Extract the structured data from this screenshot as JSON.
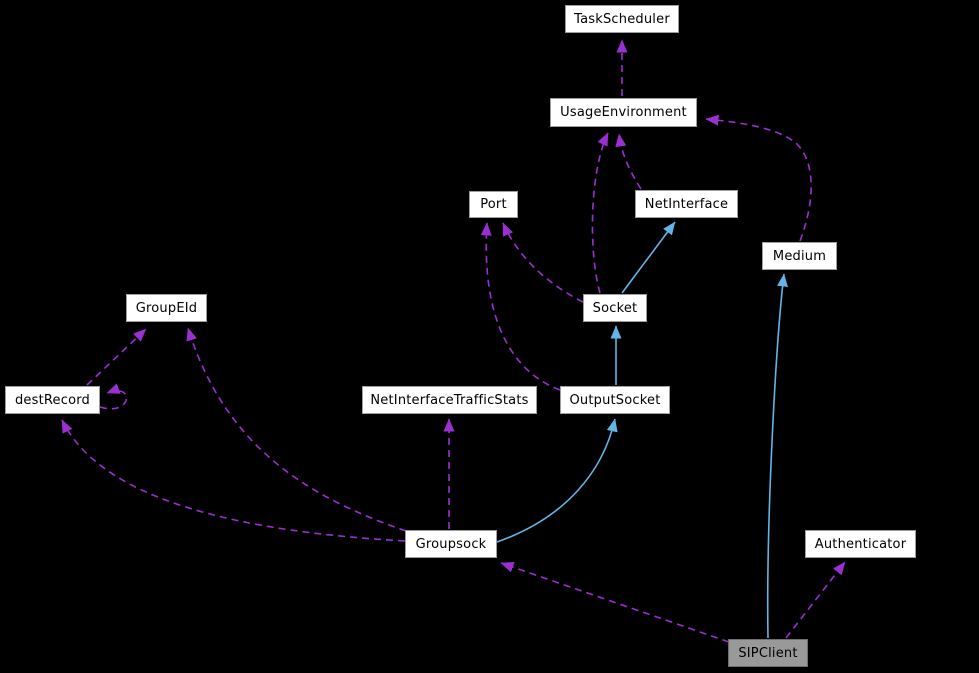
{
  "diagram": {
    "type": "class-collaboration-graph",
    "colors": {
      "background": "#000000",
      "node_fill": "#ffffff",
      "node_border": "#9e9e9e",
      "highlighted_node_fill": "#999999",
      "usage_edge": "#9b30d0",
      "inheritance_edge": "#63b4e8"
    },
    "nodes": [
      {
        "id": "TaskScheduler",
        "label": "TaskScheduler",
        "highlighted": false
      },
      {
        "id": "UsageEnvironment",
        "label": "UsageEnvironment",
        "highlighted": false
      },
      {
        "id": "Port",
        "label": "Port",
        "highlighted": false
      },
      {
        "id": "NetInterface",
        "label": "NetInterface",
        "highlighted": false
      },
      {
        "id": "Medium",
        "label": "Medium",
        "highlighted": false
      },
      {
        "id": "GroupEId",
        "label": "GroupEId",
        "highlighted": false
      },
      {
        "id": "Socket",
        "label": "Socket",
        "highlighted": false
      },
      {
        "id": "destRecord",
        "label": "destRecord",
        "highlighted": false
      },
      {
        "id": "NetInterfaceTrafficStats",
        "label": "NetInterfaceTrafficStats",
        "highlighted": false
      },
      {
        "id": "OutputSocket",
        "label": "OutputSocket",
        "highlighted": false
      },
      {
        "id": "Groupsock",
        "label": "Groupsock",
        "highlighted": false
      },
      {
        "id": "Authenticator",
        "label": "Authenticator",
        "highlighted": false
      },
      {
        "id": "SIPClient",
        "label": "SIPClient",
        "highlighted": true
      }
    ],
    "edges": [
      {
        "from": "UsageEnvironment",
        "to": "TaskScheduler",
        "type": "usage"
      },
      {
        "from": "Socket",
        "to": "UsageEnvironment",
        "type": "usage"
      },
      {
        "from": "NetInterface",
        "to": "UsageEnvironment",
        "type": "usage"
      },
      {
        "from": "Medium",
        "to": "UsageEnvironment",
        "type": "usage"
      },
      {
        "from": "Socket",
        "to": "Port",
        "type": "usage"
      },
      {
        "from": "OutputSocket",
        "to": "Port",
        "type": "usage"
      },
      {
        "from": "Socket",
        "to": "NetInterface",
        "type": "inheritance"
      },
      {
        "from": "OutputSocket",
        "to": "Socket",
        "type": "inheritance"
      },
      {
        "from": "Groupsock",
        "to": "OutputSocket",
        "type": "inheritance"
      },
      {
        "from": "Groupsock",
        "to": "NetInterfaceTrafficStats",
        "type": "usage"
      },
      {
        "from": "Groupsock",
        "to": "GroupEId",
        "type": "usage"
      },
      {
        "from": "Groupsock",
        "to": "destRecord",
        "type": "usage"
      },
      {
        "from": "destRecord",
        "to": "GroupEId",
        "type": "usage"
      },
      {
        "from": "destRecord",
        "to": "destRecord",
        "type": "usage"
      },
      {
        "from": "SIPClient",
        "to": "Groupsock",
        "type": "usage"
      },
      {
        "from": "SIPClient",
        "to": "Authenticator",
        "type": "usage"
      },
      {
        "from": "SIPClient",
        "to": "Medium",
        "type": "inheritance"
      }
    ]
  }
}
